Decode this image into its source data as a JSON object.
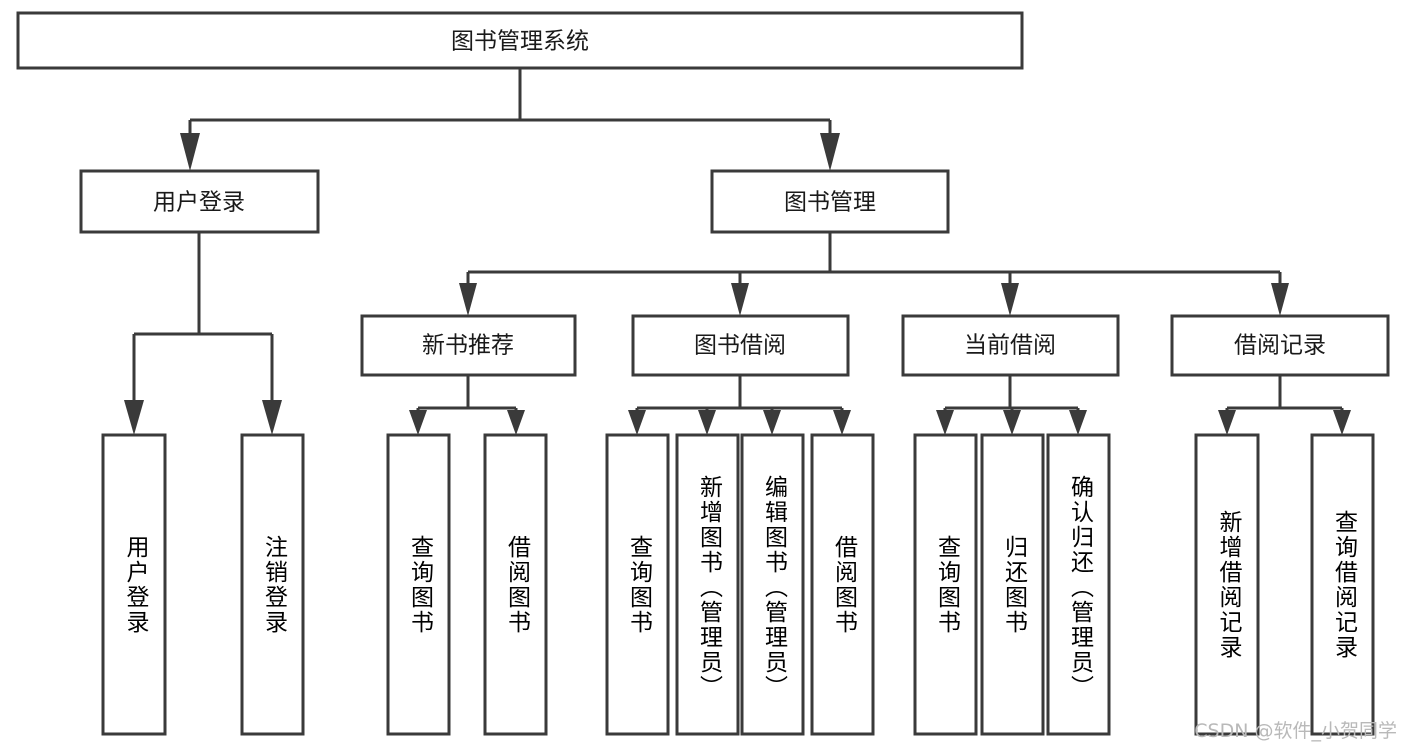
{
  "diagram": {
    "title_node": {
      "label": "图书管理系统",
      "orientation": "horizontal"
    },
    "level2": [
      {
        "id": "user-login",
        "label": "用户登录",
        "orientation": "horizontal"
      },
      {
        "id": "book-manage",
        "label": "图书管理",
        "orientation": "horizontal"
      }
    ],
    "level3": [
      {
        "id": "new-book-recommend",
        "label": "新书推荐",
        "orientation": "horizontal"
      },
      {
        "id": "book-borrow",
        "label": "图书借阅",
        "orientation": "horizontal"
      },
      {
        "id": "current-borrow",
        "label": "当前借阅",
        "orientation": "horizontal"
      },
      {
        "id": "borrow-record",
        "label": "借阅记录",
        "orientation": "horizontal"
      }
    ],
    "leaves": [
      {
        "id": "leaf-user-login",
        "label": "用户登录",
        "parent": "user-login",
        "orientation": "vertical"
      },
      {
        "id": "leaf-logout-login",
        "label": "注销登录",
        "parent": "user-login",
        "orientation": "vertical"
      },
      {
        "id": "leaf-query-book-1",
        "label": "查询图书",
        "parent": "new-book-recommend",
        "orientation": "vertical"
      },
      {
        "id": "leaf-borrow-book-1",
        "label": "借阅图书",
        "parent": "new-book-recommend",
        "orientation": "vertical"
      },
      {
        "id": "leaf-query-book-2",
        "label": "查询图书",
        "parent": "book-borrow",
        "orientation": "vertical"
      },
      {
        "id": "leaf-add-book",
        "label": "新增图书（管理员）",
        "parent": "book-borrow",
        "orientation": "vertical"
      },
      {
        "id": "leaf-edit-book",
        "label": "编辑图书（管理员）",
        "parent": "book-borrow",
        "orientation": "vertical"
      },
      {
        "id": "leaf-borrow-book-2",
        "label": "借阅图书",
        "parent": "book-borrow",
        "orientation": "vertical"
      },
      {
        "id": "leaf-query-book-3",
        "label": "查询图书",
        "parent": "current-borrow",
        "orientation": "vertical"
      },
      {
        "id": "leaf-return-book",
        "label": "归还图书",
        "parent": "current-borrow",
        "orientation": "vertical"
      },
      {
        "id": "leaf-confirm-return",
        "label": "确认归还（管理员）",
        "parent": "current-borrow",
        "orientation": "vertical"
      },
      {
        "id": "leaf-add-borrow-record",
        "label": "新增借阅记录",
        "parent": "borrow-record",
        "orientation": "vertical"
      },
      {
        "id": "leaf-query-borrow-record",
        "label": "查询借阅记录",
        "parent": "borrow-record",
        "orientation": "vertical"
      }
    ],
    "watermark": "CSDN @软件_小贺同学",
    "colors": {
      "stroke": "#3a3a3a",
      "fill": "#ffffff",
      "text": "#1a1a1a",
      "watermark": "#b9b9b9"
    }
  }
}
